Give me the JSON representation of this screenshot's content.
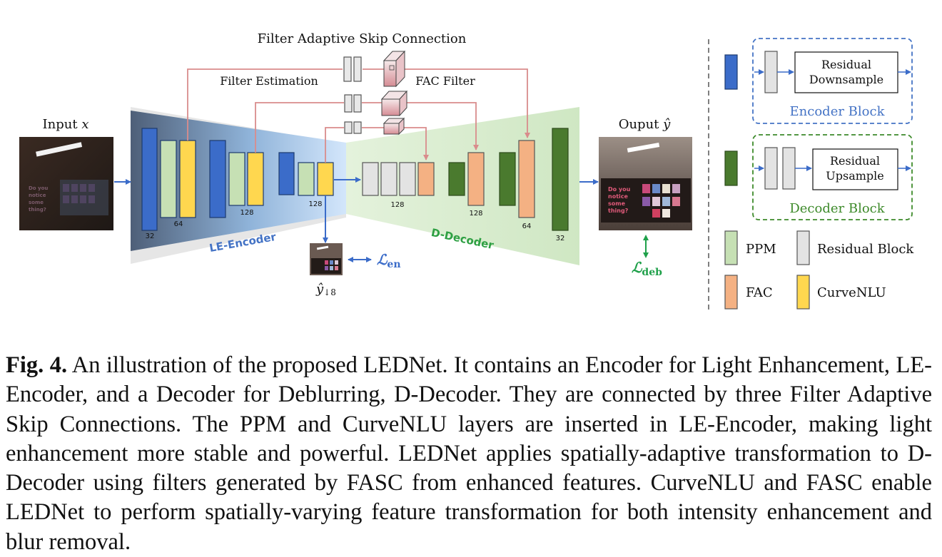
{
  "figure": {
    "fasc_title": "Filter Adaptive Skip Connection",
    "filter_estimation": "Filter Estimation",
    "fac_filter": "FAC Filter",
    "input_label": "Input x",
    "input_label_base": "Input ",
    "input_label_var": "x",
    "output_label_base": "Ouput ",
    "output_label_var": "ŷ",
    "encoder_name": "LE-Encoder",
    "decoder_name": "D-Decoder",
    "encoder_channels": [
      "32",
      "64",
      "128",
      "128"
    ],
    "decoder_channels": [
      "128",
      "128",
      "64",
      "32"
    ],
    "loss_en_symbol": "ℒ",
    "loss_en_sub": "en",
    "loss_deb_symbol": "ℒ",
    "loss_deb_sub": "deb",
    "downsampled_output_base": "ŷ",
    "downsampled_output_sub": "↓8",
    "photo_sign_text": [
      "Do you",
      "notice",
      "some",
      "thing?"
    ]
  },
  "legend": {
    "residual_downsample": [
      "Residual",
      "Downsample"
    ],
    "encoder_block": "Encoder Block",
    "residual_upsample": [
      "Residual",
      "Upsample"
    ],
    "decoder_block": "Decoder Block",
    "ppm": "PPM",
    "residual_block": "Residual Block",
    "fac": "FAC",
    "curvenlu": "CurveNLU"
  },
  "colors": {
    "encoder_blue": "#3b6cc9",
    "decoder_green": "#4a7a2e",
    "ppm_green": "#c6e0b4",
    "curvenlu_yellow": "#ffd74f",
    "fac_orange": "#f4b183",
    "residual_gray": "#e3e3e3",
    "skip_red": "#d98c8c",
    "encoder_text": "#4473c5",
    "decoder_text": "#2ea043",
    "loss_en": "#3b6cc9",
    "loss_deb": "#1fa04a"
  },
  "caption": {
    "label": "Fig. 4.",
    "text": " An illustration of the proposed LEDNet. It contains an Encoder for Light Enhancement, LE-Encoder, and a Decoder for Deblurring, D-Decoder. They are connected by three Filter Adaptive Skip Connections. The PPM and CurveNLU layers are inserted in LE-Encoder, making light enhancement more stable and powerful. LEDNet applies spatially-adaptive transformation to D-Decoder using filters generated by FASC from enhanced features. CurveNLU and FASC enable LEDNet to perform spatially-varying feature transformation for both intensity enhancement and blur removal."
  }
}
